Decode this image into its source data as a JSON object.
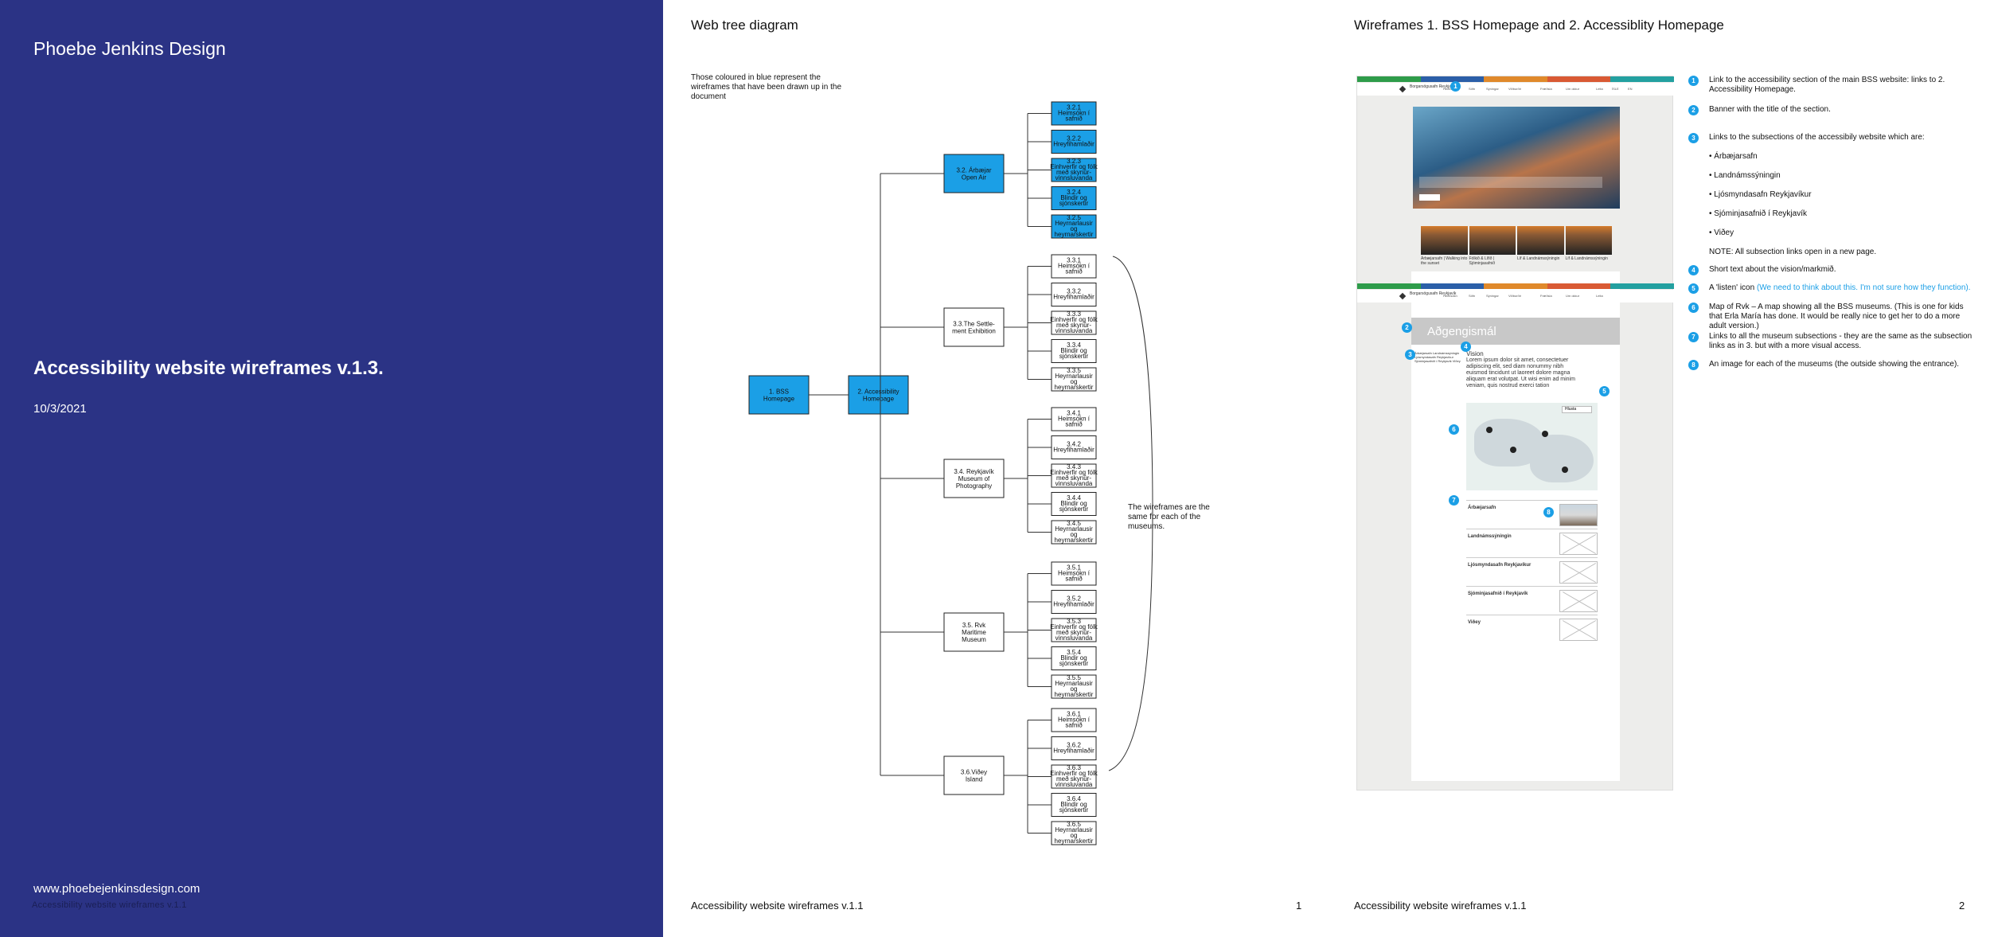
{
  "cover": {
    "studio": "Phoebe Jenkins Design",
    "title": "Accessibility website wireframes v.1.3.",
    "date": "10/3/2021",
    "url": "www.phoebejenkinsdesign.com",
    "url_ghost": "Accessibility website wireframes v.1.1"
  },
  "page1": {
    "heading": "Web tree diagram",
    "note": "Those coloured in blue represent the wireframes that have been drawn up in the document",
    "footer": "Accessibility website wireframes v.1.1",
    "page_number": "1",
    "brace_note": "The wireframes are the same for each of the museums.",
    "tree": {
      "root": "1. BSS Homepage",
      "level2": "2. Accessibility Homepage",
      "museums": [
        {
          "label": [
            "3.2. Árbæjar",
            "Open Air"
          ],
          "blue": true,
          "children": [
            [
              "3.2.1",
              "Heimsókn í",
              "safnið"
            ],
            [
              "3.2.2",
              "Hreyfihamlaðir"
            ],
            [
              "3.2.3",
              "Einhverfir og fólk",
              "með skynúr-",
              "vinnsluvanda"
            ],
            [
              "3.2.4",
              "Blindir og",
              "sjónskertir"
            ],
            [
              "3.2.5",
              "Heyrnarlausir",
              "og",
              "heyrnarskertir"
            ]
          ]
        },
        {
          "label": [
            "3.3.The Settle-",
            "ment Exhibition"
          ],
          "blue": false,
          "children": [
            [
              "3.3.1",
              "Heimsókn í",
              "safnið"
            ],
            [
              "3.3.2",
              "Hreyfihamlaðir"
            ],
            [
              "3.3.3",
              "Einhverfir og fólk",
              "með skynúr-",
              "vinnsluvanda"
            ],
            [
              "3.3.4",
              "Blindir og",
              "sjónskertir"
            ],
            [
              "3.3.5",
              "Heyrnarlausir",
              "og",
              "heyrnarskertir"
            ]
          ]
        },
        {
          "label": [
            "3.4. Reykjavík",
            "Museum of",
            "Photography"
          ],
          "blue": false,
          "children": [
            [
              "3.4.1",
              "Heimsókn í",
              "safnið"
            ],
            [
              "3.4.2",
              "Hreyfihamlaðir"
            ],
            [
              "3.4.3",
              "Einhverfir og fólk",
              "með skynúr-",
              "vinnsluvanda"
            ],
            [
              "3.4.4",
              "Blindir og",
              "sjónskertir"
            ],
            [
              "3.4.5",
              "Heyrnarlausir",
              "og",
              "heyrnarskertir"
            ]
          ]
        },
        {
          "label": [
            "3.5. Rvk",
            "Maritime",
            "Museum"
          ],
          "blue": false,
          "children": [
            [
              "3.5.1",
              "Heimsókn í",
              "safnið"
            ],
            [
              "3.5.2",
              "Hreyfihamlaðir"
            ],
            [
              "3.5.3",
              "Einhverfir og fólk",
              "með skynúr-",
              "vinnsluvanda"
            ],
            [
              "3.5.4",
              "Blindir og",
              "sjónskertir"
            ],
            [
              "3.5.5",
              "Heyrnarlausir",
              "og",
              "heyrnarskertir"
            ]
          ]
        },
        {
          "label": [
            "3.6.Viðey",
            "Island"
          ],
          "blue": false,
          "children": [
            [
              "3.6.1",
              "Heimsókn í",
              "safnið"
            ],
            [
              "3.6.2",
              "Hreyfihamlaðir"
            ],
            [
              "3.6.3",
              "Einhverfir og fólk",
              "með skynúr-",
              "vinnsluvanda"
            ],
            [
              "3.6.4",
              "Blindir og",
              "sjónskertir"
            ],
            [
              "3.6.5",
              "Heyrnarlausir",
              "og",
              "heyrnarskertir"
            ]
          ]
        }
      ]
    }
  },
  "page2": {
    "heading": "Wireframes 1. BSS Homepage and 2. Accessiblity Homepage",
    "footer": "Accessibility website wireframes v.1.1",
    "page_number": "2",
    "wireframe": {
      "brand": "Borgarsögusafn Reykjavík",
      "nav": [
        "Heimsókn",
        "Söfn",
        "Sýningar",
        "Viðburðir",
        "Fræðsla",
        "Um okkur",
        "Leita",
        "ÍSLE",
        "EN"
      ],
      "tiles": [
        "Árbæjarsafn | Walking into the sunset",
        "Fólkið & Lífið | Sjóminjasafnið",
        "Líf & Landnámssýningin",
        "Líf & Landnámssýningin"
      ],
      "banner": "Aðgengismál",
      "vision_title": "Vision",
      "lorem": "Lorem ipsum dolor sit amet, consectetuer adipiscing elit, sed diam nonummy nibh euismod tincidunt ut laoreet dolore magna aliquam erat volutpat. Ut wisi enim ad minim veniam, quis nostrud exerci tation",
      "mini_links": "Árbæjarsafn Landnámssýningin Ljósmyndasafn Reykjavíkur Sjóminjasafnið í Reykjavík Viðey",
      "listen_label": "Hlusta",
      "museums": [
        "Árbæjarsafn",
        "Landnámssýningin",
        "Ljósmyndasafn Reykjavíkur",
        "Sjóminjasafnið í Reykjavík",
        "Viðey"
      ]
    },
    "notes": [
      {
        "num": "1",
        "text": "Link to the accessibility section of the main BSS website: links to 2. Accessibility Homepage."
      },
      {
        "num": "2",
        "text": "Banner with the title of the section."
      },
      {
        "num": "3",
        "text": "Links to the subsections of the accessibily website which are:"
      },
      {
        "num": "4",
        "text": "Short text about the vision/markmið."
      },
      {
        "num": "5",
        "text": "A 'listen' icon",
        "highlight": "(We need to think about this. I'm not sure how they function)."
      },
      {
        "num": "6",
        "text": "Map of Rvk – A map showing all the BSS museums. (This is one for kids that Erla María has done. It would be really nice to get her to do a more adult version.)"
      },
      {
        "num": "7",
        "text": "Links to all the museum subsections - they are the same as the subsection links as in 3. but with a more visual access."
      },
      {
        "num": "8",
        "text": "An image for each of the museums (the outside showing the entrance)."
      }
    ],
    "bullets": [
      "• Árbæjarsafn",
      "• Landnámssýningin",
      "• Ljósmyndasafn Reykjavíkur",
      "• Sjóminjasafnið í Reykjavík",
      "• Viðey"
    ],
    "note_nb": "NOTE: All subsection links open in a new page."
  },
  "colors": {
    "cover": "#2b3385",
    "accent": "#1b9fe6"
  }
}
